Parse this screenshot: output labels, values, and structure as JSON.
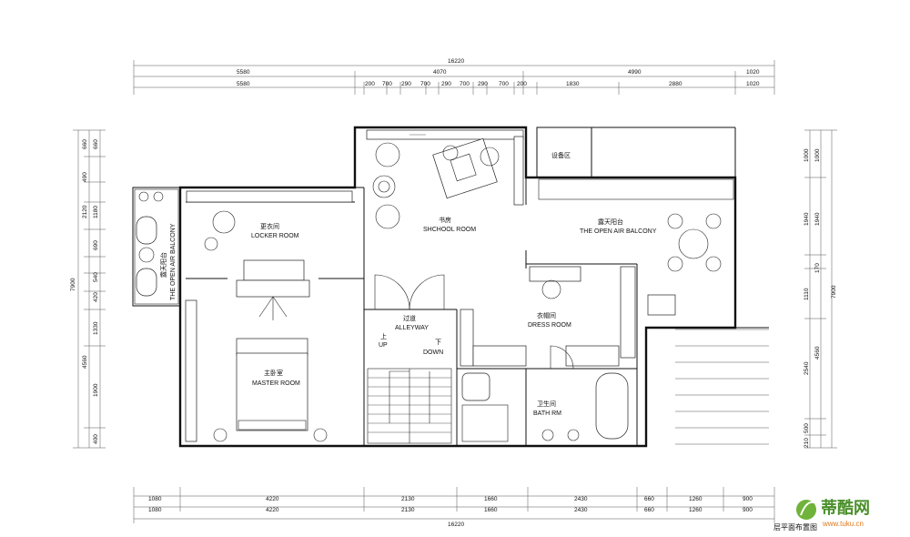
{
  "top_dims": {
    "overall": "16220",
    "row1": [
      "5580",
      "4070",
      "4990",
      "1020"
    ],
    "row2": [
      "5580",
      "200",
      "700",
      "290",
      "700",
      "290",
      "700",
      "290",
      "700",
      "200",
      "1830",
      "2880",
      "1020"
    ]
  },
  "bottom_dims": {
    "overall": "16220",
    "row1": [
      "1080",
      "4220",
      "2130",
      "1660",
      "2430",
      "660",
      "1260",
      "900"
    ],
    "row2": [
      "1080",
      "4220",
      "2130",
      "1660",
      "2430",
      "660",
      "1260",
      "900"
    ]
  },
  "left_dims": {
    "overall": "7900",
    "row_outer": [
      "660",
      "660",
      "490",
      "2120",
      "1180",
      "690",
      "540",
      "420",
      "1330",
      "4560",
      "1900",
      "400"
    ]
  },
  "right_dims": {
    "overall": "7900",
    "row_outer": [
      "1000",
      "1000",
      "1940",
      "1940",
      "170",
      "1110",
      "2540",
      "4560",
      "500",
      "210"
    ]
  },
  "rooms": {
    "locker": {
      "cn": "更衣间",
      "en": "LOCKER ROOM"
    },
    "study": {
      "cn": "书房",
      "en": "SHCHOOL ROOM"
    },
    "equipment": {
      "cn": "设备区"
    },
    "balcony_right": {
      "cn": "露天阳台",
      "en": "THE OPEN AIR BALCONY"
    },
    "balcony_left": {
      "cn": "露天阳台",
      "en": "THE OPEN AIR BALCONY"
    },
    "alley": {
      "cn": "过道",
      "en": "ALLEYWAY"
    },
    "stairs": {
      "up_cn": "上",
      "up_en": "UP",
      "down_cn": "下",
      "down_en": "DOWN"
    },
    "dress": {
      "cn": "衣帽间",
      "en": "DRESS ROOM"
    },
    "master": {
      "cn": "主卧室",
      "en": "MASTER ROOM"
    },
    "bath": {
      "cn": "卫生间",
      "en": "BATH RM"
    }
  },
  "plan_title": "层平面布置图",
  "logo": {
    "cn": "蒂酷网",
    "en": "www.tuku.cn"
  }
}
